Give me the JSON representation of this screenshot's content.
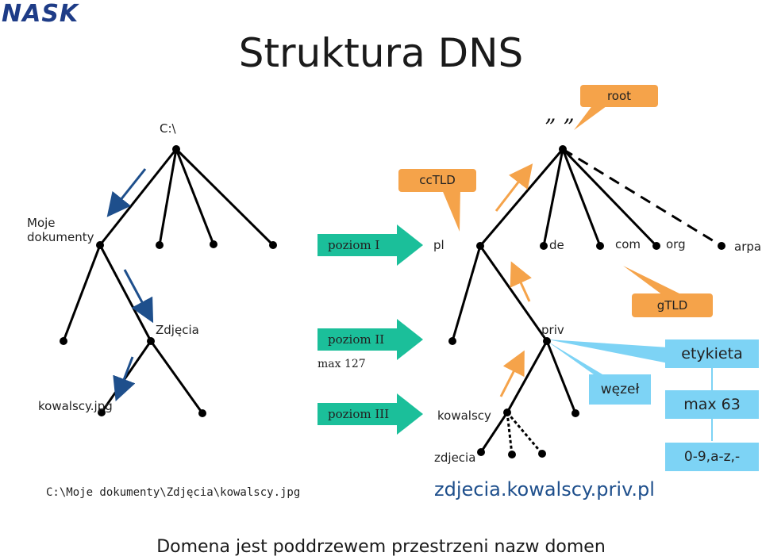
{
  "logo": "NASK",
  "title": "Struktura DNS",
  "left_tree": {
    "root_label": "C:\\",
    "moje_dokumenty": "Moje dokumenty",
    "zdjecia": "Zdjęcia",
    "kowalscy": "kowalscy.jpg",
    "path": "C:\\Moje dokumenty\\Zdjęcia\\kowalscy.jpg"
  },
  "levels": {
    "poziom1": "poziom I",
    "poziom2": "poziom II",
    "poziom3": "poziom III",
    "max127": "max 127"
  },
  "dns_tree": {
    "root_quote": "” ”",
    "root_callout": "root",
    "cctld_callout": "ccTLD",
    "gtld_callout": "gTLD",
    "tld_pl": "pl",
    "tld_de": "de",
    "tld_com": "com",
    "tld_org": "org",
    "tld_arpa": "arpa",
    "priv": "priv",
    "kowalscy": "kowalscy",
    "zdjecia": "zdjecia",
    "domain": "zdjecia.kowalscy.priv.pl"
  },
  "info": {
    "wezel": "węzeł",
    "etykieta": "etykieta",
    "max63": "max 63",
    "charset": "0-9,a-z,-"
  },
  "footer": "Domena jest poddrzewem przestrzeni nazw domen",
  "colors": {
    "accent_orange": "#f5a34a",
    "level_green": "#1bbf9a",
    "info_blue": "#7dd3f5",
    "navy_arrow": "#1e4f8c"
  }
}
